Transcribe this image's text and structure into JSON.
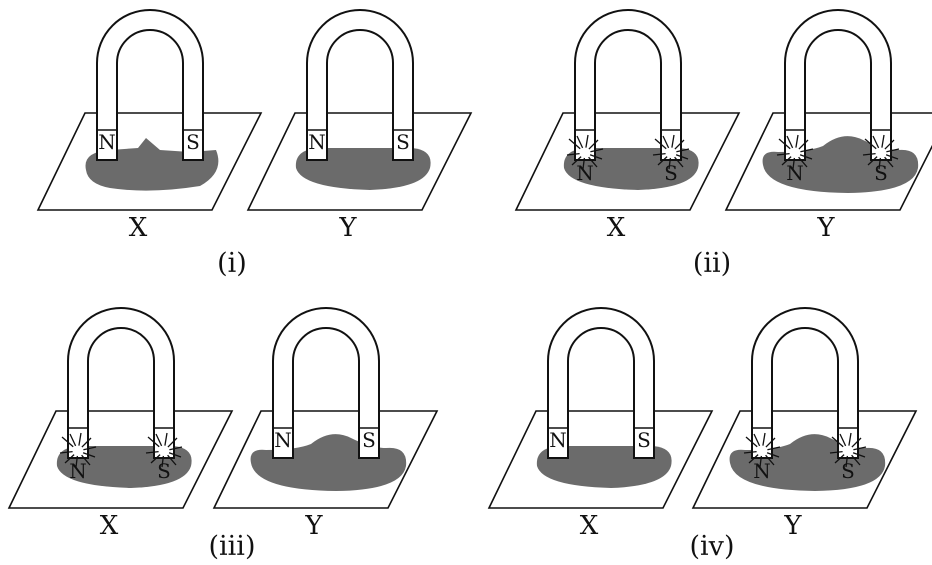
{
  "options": [
    {
      "id": "i",
      "label": "(i)",
      "x": {
        "label": "X",
        "pole_left": "N",
        "pole_right": "S",
        "filings": "flat-with-peak",
        "clustered_at_poles": false
      },
      "y": {
        "label": "Y",
        "pole_left": "N",
        "pole_right": "S",
        "filings": "flat",
        "clustered_at_poles": false
      }
    },
    {
      "id": "ii",
      "label": "(ii)",
      "x": {
        "label": "X",
        "pole_left": "N",
        "pole_right": "S",
        "filings": "flat",
        "clustered_at_poles": true
      },
      "y": {
        "label": "Y",
        "pole_left": "N",
        "pole_right": "S",
        "filings": "hump",
        "clustered_at_poles": true
      }
    },
    {
      "id": "iii",
      "label": "(iii)",
      "x": {
        "label": "X",
        "pole_left": "N",
        "pole_right": "S",
        "filings": "flat",
        "clustered_at_poles": true
      },
      "y": {
        "label": "Y",
        "pole_left": "N",
        "pole_right": "S",
        "filings": "hump",
        "clustered_at_poles": false
      }
    },
    {
      "id": "iv",
      "label": "(iv)",
      "x": {
        "label": "X",
        "pole_left": "N",
        "pole_right": "S",
        "filings": "flat",
        "clustered_at_poles": false
      },
      "y": {
        "label": "Y",
        "pole_left": "N",
        "pole_right": "S",
        "filings": "hump",
        "clustered_at_poles": true
      }
    }
  ],
  "colors": {
    "filings": "#6b6b6b",
    "outline": "#111111",
    "background": "#ffffff"
  }
}
